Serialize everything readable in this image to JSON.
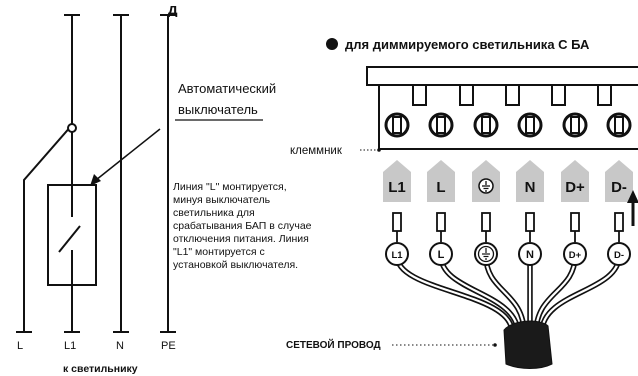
{
  "heading": {
    "title": "для диммируемого светильника С БА",
    "top_fragment": "д"
  },
  "breaker_label": {
    "line1": "Автоматический",
    "line2": "выключатель"
  },
  "terminal_block_label": "клеммник",
  "wire_labels": [
    "L",
    "L1",
    "N",
    "PE"
  ],
  "to_luminaire": "к светильнику",
  "note_lines": [
    "Линия \"L\" монтируется,",
    "минуя выключатель",
    "светильника для",
    "срабатывания БАП в случае",
    "отключения питания. Линия",
    "\"L1\" монтируется с",
    "установкой выключателя."
  ],
  "terminals": [
    {
      "label": "L1",
      "kind": "text"
    },
    {
      "label": "L",
      "kind": "text"
    },
    {
      "label": "",
      "kind": "ground"
    },
    {
      "label": "N",
      "kind": "text"
    },
    {
      "label": "D+",
      "kind": "text"
    },
    {
      "label": "D-",
      "kind": "text"
    }
  ],
  "mains_cable_label": "СЕТЕВОЙ ПРОВОД",
  "colors": {
    "ink": "#111111",
    "arrow_fill": "#c8c8c8",
    "cable": "#1a1a1a"
  }
}
